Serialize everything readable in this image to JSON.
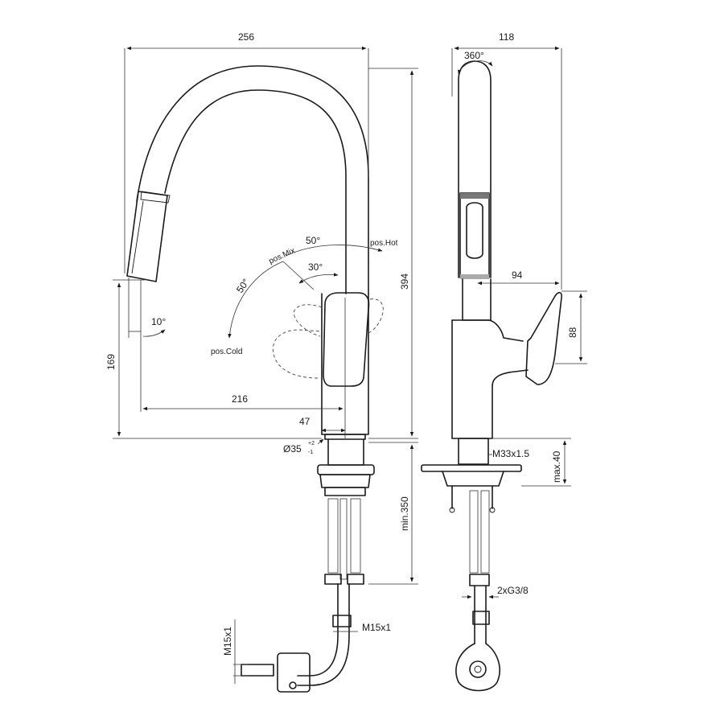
{
  "dimensions": {
    "width_top": "256",
    "width_side": "118",
    "height_total": "394",
    "spout_height": "169",
    "reach": "216",
    "body_offset": "47",
    "lever_reach": "94",
    "lever_height": "88",
    "max_deck": "max.40",
    "min_hose": "min.350",
    "hole_diameter": "Ø35",
    "hole_tolerance_upper": "+2",
    "hole_tolerance_lower": "-1",
    "swivel": "360°",
    "thread_mount": "M33x1.5",
    "supply_connection": "2xG3/8",
    "hose_thread_a": "M15x1",
    "hose_thread_b": "M15x1"
  },
  "angles": {
    "cold_angle": "50°",
    "hot_angle": "50°",
    "mix_angle": "30°",
    "spray_tilt": "10°"
  },
  "positions": {
    "cold": "pos.Cold",
    "mix": "pos.Mix",
    "hot": "pos.Hot"
  }
}
